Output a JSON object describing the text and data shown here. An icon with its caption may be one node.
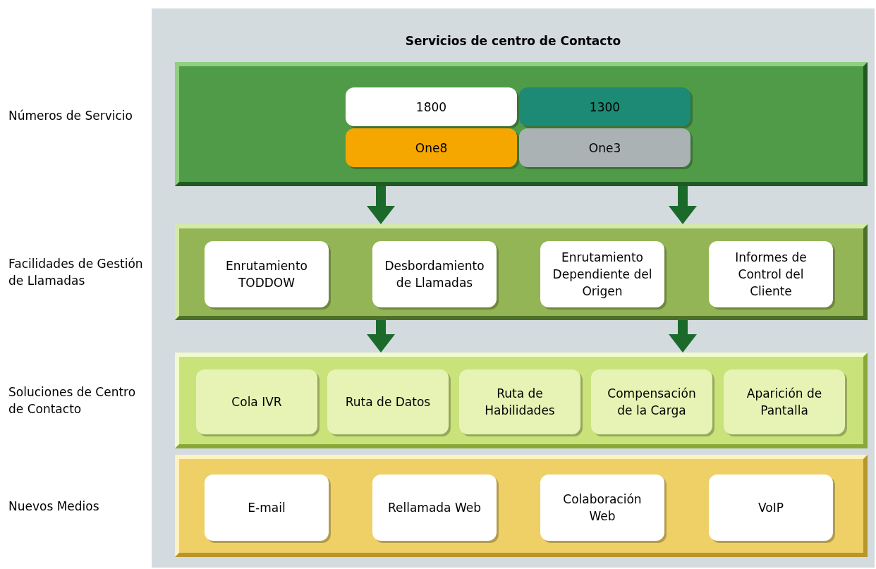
{
  "diagram": {
    "title": "Servicios de centro de Contacto",
    "nodes": [
      {
        "text": [],
        "shape": "band",
        "beside": [
          "Números de Servicio"
        ]
      },
      {
        "text": [
          "1800"
        ],
        "in": 0
      },
      {
        "text": [
          "1300"
        ],
        "in": 0
      },
      {
        "text": [
          "One8"
        ],
        "in": 0
      },
      {
        "text": [
          "One3"
        ],
        "in": 0
      },
      {
        "text": [],
        "shape": "band",
        "beside": [
          "Facilidades de Gestión de Llamadas"
        ]
      },
      {
        "text": [
          "Enrutamiento TODDOW"
        ],
        "in": 5
      },
      {
        "text": [
          "Desbordamiento de Llamadas"
        ],
        "in": 5
      },
      {
        "text": [
          "Enrutamiento Dependiente del Origen"
        ],
        "in": 5
      },
      {
        "text": [
          "Informes de Control del Cliente"
        ],
        "in": 5
      },
      {
        "text": [],
        "shape": "band",
        "beside": [
          "Soluciones de Centro de Contacto"
        ]
      },
      {
        "text": [
          "Cola IVR"
        ],
        "in": 10
      },
      {
        "text": [
          "Ruta de Datos"
        ],
        "in": 10
      },
      {
        "text": [
          "Ruta de Habilidades"
        ],
        "in": 10
      },
      {
        "text": [
          "Compensación de la Carga"
        ],
        "in": 10
      },
      {
        "text": [
          "Aparición de Pantalla"
        ],
        "in": 10
      },
      {
        "text": [],
        "shape": "band"
      },
      {
        "text": [
          "E-mail"
        ],
        "in": 16
      },
      {
        "text": [
          "Rellamada Web"
        ],
        "in": 16
      },
      {
        "text": [
          "Colaboración Web"
        ],
        "in": 16
      },
      {
        "text": [
          "VoIP"
        ],
        "in": 16
      }
    ],
    "edges": [
      {
        "from": 0,
        "to": 5,
        "arrow": "to"
      },
      {
        "from": 0,
        "to": 5,
        "arrow": "to"
      },
      {
        "from": 5,
        "to": 10,
        "arrow": "to"
      },
      {
        "from": 5,
        "to": 10,
        "arrow": "to"
      }
    ],
    "labels": [
      "Nuevos Medios"
    ]
  }
}
